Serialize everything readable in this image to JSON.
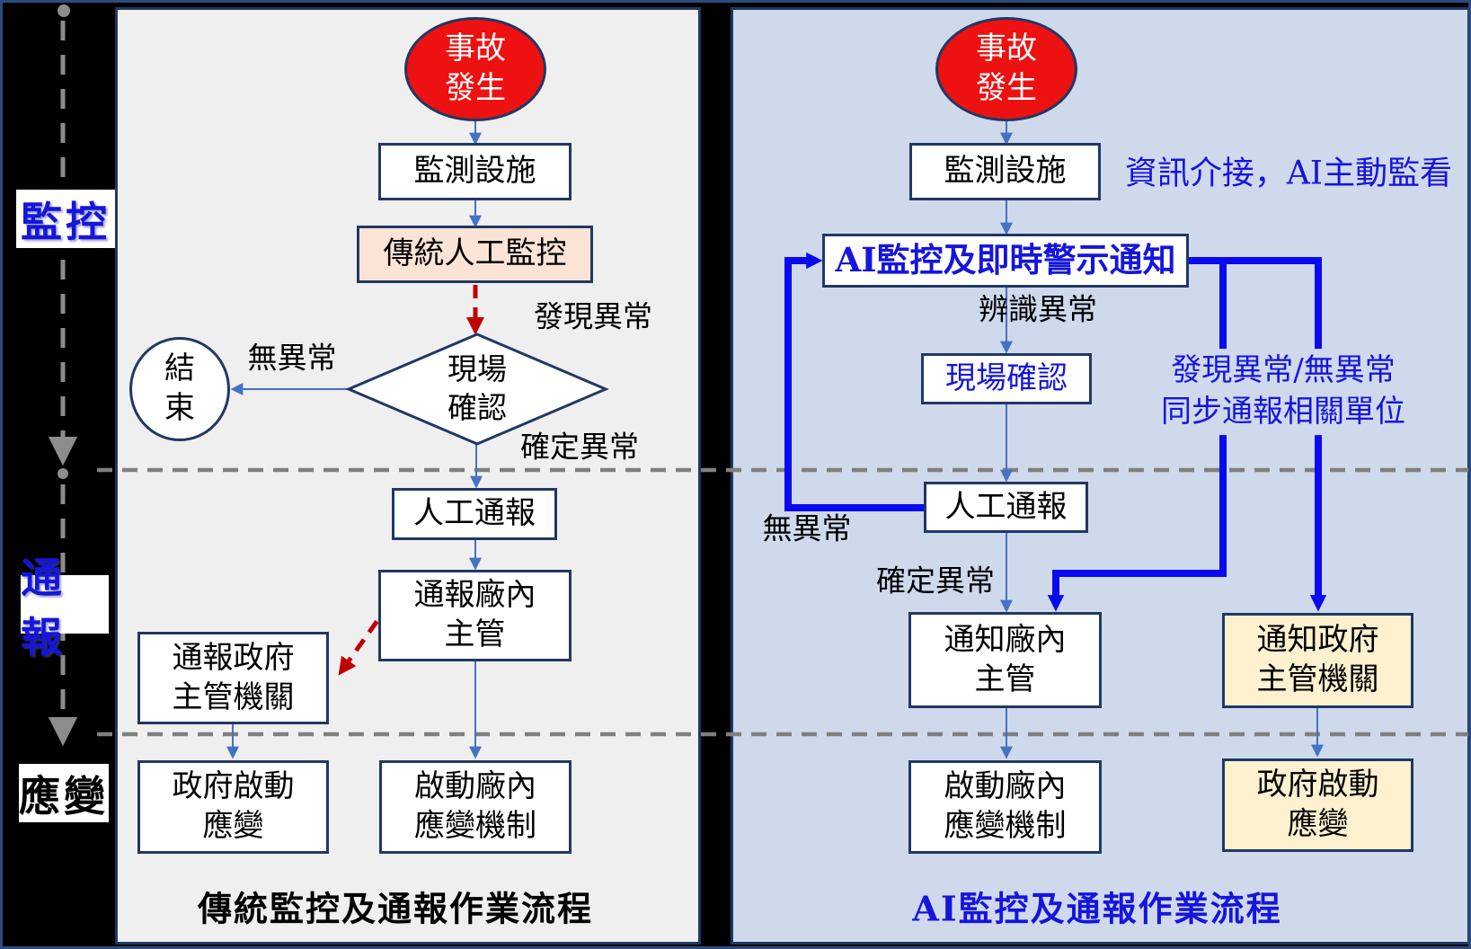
{
  "colors": {
    "background": "#000000",
    "left_panel_bg": "#f0efef",
    "right_panel_bg": "#cfd9ec",
    "node_border": "#203864",
    "incident_red": "#ee1111",
    "peach_box": "#fbe3d6",
    "cream_box": "#fdf1cf",
    "thin_arrow": "#4472c4",
    "thick_arrow": "#0a0af0",
    "red_dashed_arrow": "#c00000",
    "gray_dashed": "#7f7f7f",
    "blue_text": "#1515dd"
  },
  "timeline": {
    "monitoring": "監控",
    "reporting": "通報",
    "response": "應變"
  },
  "left": {
    "title": "傳統監控及通報作業流程",
    "incident": {
      "l1": "事故",
      "l2": "發生"
    },
    "monitor_facility": "監測設施",
    "manual_monitoring": "傳統人工監控",
    "found_abnormal": "發現異常",
    "site_confirm": {
      "l1": "現場",
      "l2": "確認"
    },
    "no_abnormal": "無異常",
    "end_node": {
      "l1": "結",
      "l2": "束"
    },
    "confirmed_abnormal": "確定異常",
    "manual_report": "人工通報",
    "notify_plant_supervisor": {
      "l1": "通報廠內",
      "l2": "主管"
    },
    "notify_government": {
      "l1": "通報政府",
      "l2": "主管機關"
    },
    "gov_response": {
      "l1": "政府啟動",
      "l2": "應變"
    },
    "plant_response": {
      "l1": "啟動廠內",
      "l2": "應變機制"
    }
  },
  "right": {
    "title": "AI監控及通報作業流程",
    "incident": {
      "l1": "事故",
      "l2": "發生"
    },
    "monitor_facility": "監測設施",
    "ai_note": "資訊介接，AI主動監看",
    "ai_monitor": "AI監控及即時警示通知",
    "identify_abnormal": "辨識異常",
    "site_confirm": "現場確認",
    "sync_note": {
      "l1": "發現異常/無異常",
      "l2": "同步通報相關單位"
    },
    "manual_report": "人工通報",
    "no_abnormal": "無異常",
    "confirmed_abnormal": "確定異常",
    "notify_plant_supervisor": {
      "l1": "通知廠內",
      "l2": "主管"
    },
    "notify_government": {
      "l1": "通知政府",
      "l2": "主管機關"
    },
    "plant_response": {
      "l1": "啟動廠內",
      "l2": "應變機制"
    },
    "gov_response": {
      "l1": "政府啟動",
      "l2": "應變"
    }
  }
}
